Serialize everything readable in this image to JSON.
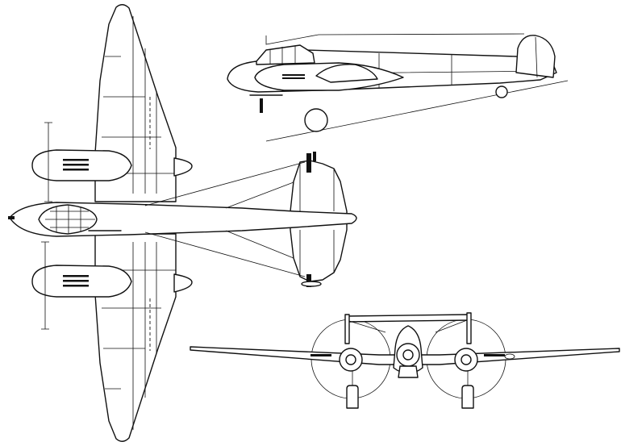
{
  "drawing": {
    "views": [
      "top-view",
      "side-view",
      "front-view"
    ],
    "colors": {
      "line": "#111111",
      "background": "#ffffff"
    }
  }
}
